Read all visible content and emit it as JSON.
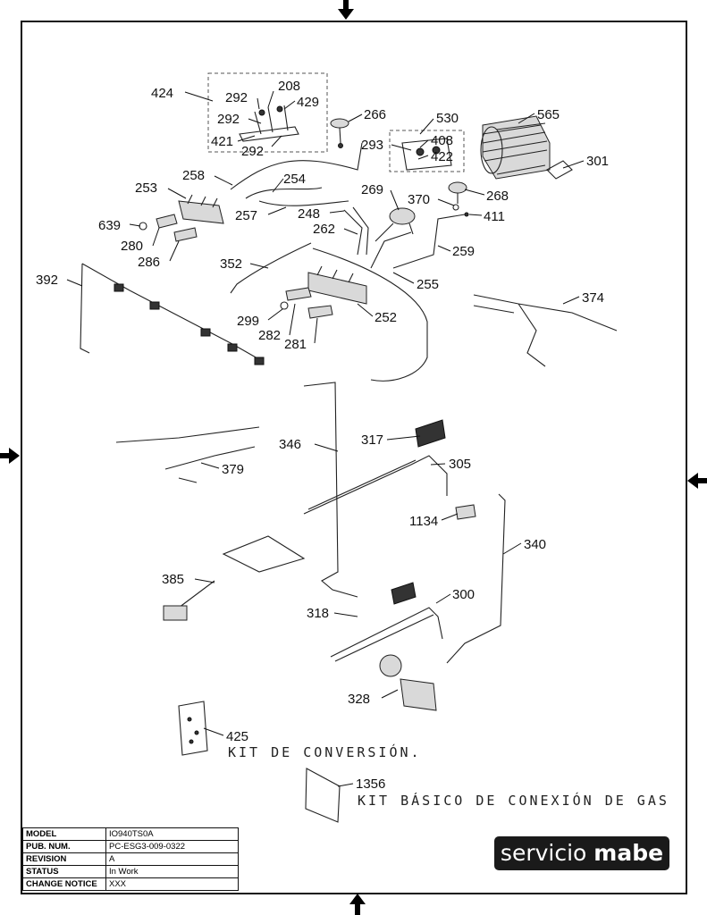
{
  "callouts": {
    "c424": "424",
    "c208": "208",
    "c292a": "292",
    "c429": "429",
    "c292b": "292",
    "c421": "421",
    "c292c": "292",
    "c266": "266",
    "c530": "530",
    "c565": "565",
    "c293": "293",
    "c408": "408",
    "c422": "422",
    "c301": "301",
    "c258": "258",
    "c253": "253",
    "c254": "254",
    "c269": "269",
    "c370": "370",
    "c268": "268",
    "c257": "257",
    "c248": "248",
    "c411": "411",
    "c639": "639",
    "c262": "262",
    "c280": "280",
    "c259": "259",
    "c286": "286",
    "c352": "352",
    "c392": "392",
    "c255": "255",
    "c374": "374",
    "c299": "299",
    "c252": "252",
    "c282": "282",
    "c281": "281",
    "c346": "346",
    "c317": "317",
    "c379": "379",
    "c305": "305",
    "c1134": "1134",
    "c340": "340",
    "c385": "385",
    "c300": "300",
    "c318": "318",
    "c328": "328",
    "c425": "425",
    "c1356": "1356"
  },
  "notes": {
    "conversion_kit": "KIT DE CONVERSIÓN.",
    "gas_kit": "KIT BÁSICO DE CONEXIÓN DE GAS"
  },
  "info": {
    "model_label": "MODEL",
    "model_value": "IO940TS0A",
    "pub_label": "PUB. NUM.",
    "pub_value": "PC-ESG3-009-0322",
    "revision_label": "REVISION",
    "revision_value": "A",
    "status_label": "STATUS",
    "status_value": "In Work",
    "change_label": "CHANGE NOTICE",
    "change_value": "XXX"
  },
  "brand": {
    "part1": "servicio",
    "part2": "mabe"
  }
}
